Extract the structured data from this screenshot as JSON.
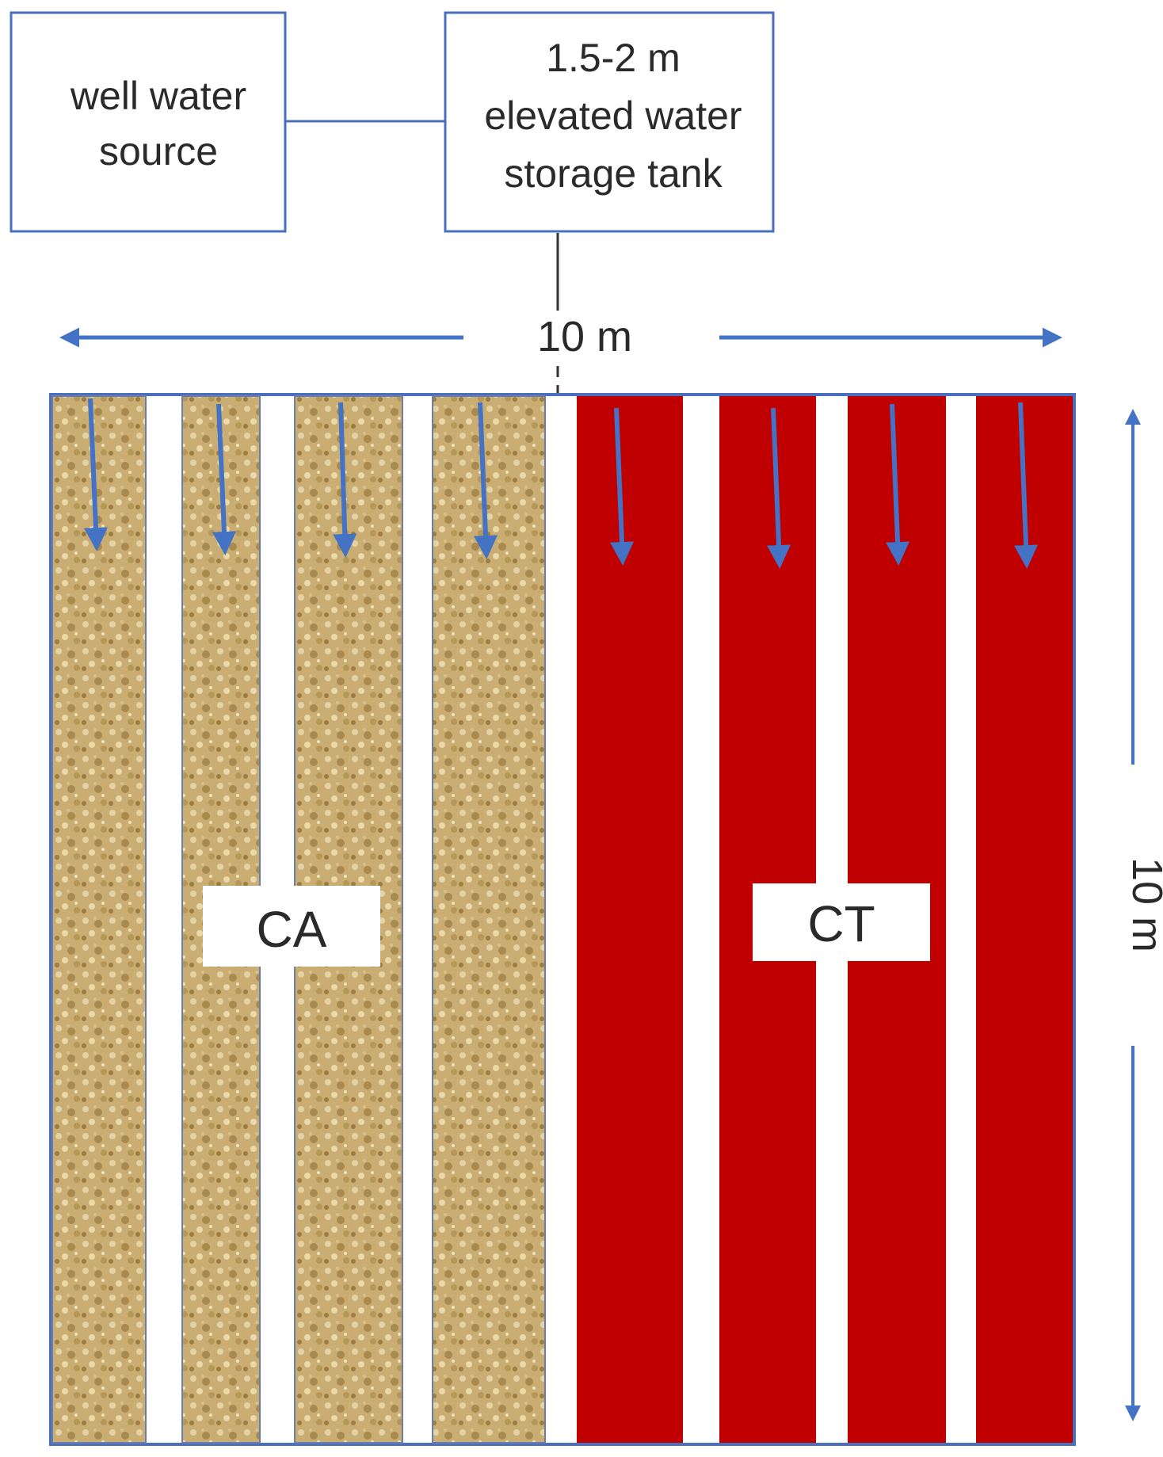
{
  "source_box": {
    "lines": [
      "well water",
      "source"
    ]
  },
  "tank_box": {
    "lines": [
      "1.5-2 m",
      "elevated water",
      "storage tank"
    ]
  },
  "dimensions": {
    "width_label": "10 m",
    "height_label": "10 m"
  },
  "plots": [
    {
      "label": "CA",
      "kind": "residue-covered",
      "strips": 4
    },
    {
      "label": "CT",
      "kind": "bare-soil",
      "strips": 4
    }
  ],
  "colors": {
    "box_border": "#4a6fbd",
    "arrow": "#4472c4",
    "ct_fill": "#c00000",
    "ca_fill": "#c9ad72",
    "frame": "#4a6fbd"
  }
}
